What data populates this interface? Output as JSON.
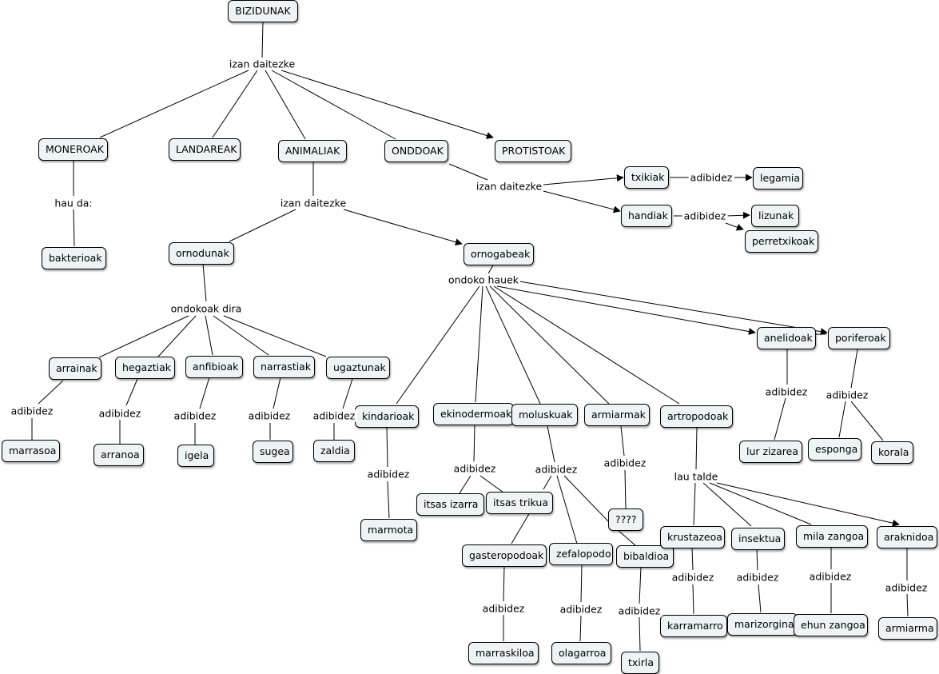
{
  "nodes": {
    "bizidunak": "BIZIDUNAK",
    "moneroak": "MONEROAK",
    "landareak": "LANDAREAK",
    "animaliak": "ANIMALIAK",
    "onddoak": "ONDDOAK",
    "protistoak": "PROTISTOAK",
    "bakterioak": "bakterioak",
    "txikiak": "txikiak",
    "legamia": "legamia",
    "handiak": "handiak",
    "lizunak": "lizunak",
    "perretxikoak": "perretxikoak",
    "ornodunak": "ornodunak",
    "ornogabeak": "ornogabeak",
    "arrainak": "arrainak",
    "hegaztiak": "hegaztiak",
    "anfibioak": "anfibioak",
    "narrastiak": "narrastiak",
    "ugaztunak": "ugaztunak",
    "marrasoa": "marrasoa",
    "arranoa": "arranoa",
    "igela": "igela",
    "sugea": "sugea",
    "zaldia": "zaldia",
    "kindarioak": "kindarioak",
    "marmota": "marmota",
    "ekinodermoak": "ekinodermoak",
    "moluskuak": "moluskuak",
    "armiarmak": "armiarmak",
    "artropodoak": "artropodoak",
    "anelidoak": "anelidoak",
    "poriferoak": "poriferoak",
    "lur_zizarea": "lur zizarea",
    "esponga": "esponga",
    "korala": "korala",
    "itsas_izarra": "itsas izarra",
    "itsas_trikua": "itsas trikua",
    "question": "????",
    "gasteropodoak": "gasteropodoak",
    "zefalopodo": "zefalopodo",
    "bibaldioa": "bibaldioa",
    "marraskiloa": "marraskiloa",
    "olagarroa": "olagarroa",
    "txirla": "txirla",
    "krustazeoa": "krustazeoa",
    "insektua": "insektua",
    "mila_zangoa": "mila zangoa",
    "araknidoa": "araknidoa",
    "karramarro": "karramarro",
    "marizorgina": "marizorgina",
    "ehun_zangoa": "ehun zangoa",
    "armiarma": "armiarma"
  },
  "labels": {
    "izan_daitezke_1": "izan daitezke",
    "hau_da": "hau da:",
    "izan_daitezke_2": "izan daitezke",
    "izan_daitezke_3": "izan daitezke",
    "adibidez_txikiak": "adibidez",
    "adibidez_handiak": "adibidez",
    "ondokoak_dira": "ondokoak dira",
    "ondoko_hauek": "ondoko hauek",
    "adibidez_arrainak": "adibidez",
    "adibidez_hegaztiak": "adibidez",
    "adibidez_anfibioak": "adibidez",
    "adibidez_narrastiak": "adibidez",
    "adibidez_ugaztunak": "adibidez",
    "adibidez_kindarioak": "adibidez",
    "adibidez_ekinodermoak": "adibidez",
    "adibidez_moluskuak": "adibidez",
    "adibidez_armiarmak": "adibidez",
    "lau_talde": "lau talde",
    "adibidez_anelidoak": "adibidez",
    "adibidez_poriferoak": "adibidez",
    "adibidez_gasteropodoak": "adibidez",
    "adibidez_zefalopodo": "adibidez",
    "adibidez_bibaldioa": "adibidez",
    "adibidez_krustazeoa": "adibidez",
    "adibidez_insektua": "adibidez",
    "adibidez_mila_zangoa": "adibidez",
    "adibidez_araknidoa": "adibidez"
  }
}
